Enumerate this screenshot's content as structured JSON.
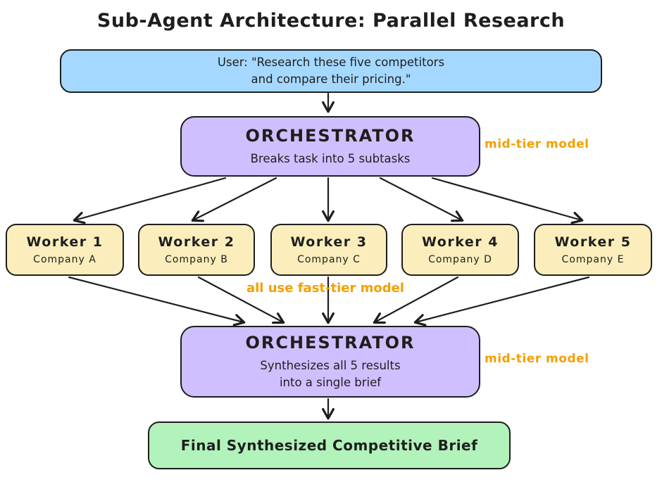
{
  "title": "Sub-Agent Architecture: Parallel Research",
  "user_box": {
    "line1": "User: \"Research these five competitors",
    "line2": "and compare their pricing.\""
  },
  "orchestrator_top": {
    "title": "ORCHESTRATOR",
    "subtitle": "Breaks task into 5 subtasks",
    "model_label": "mid-tier model"
  },
  "workers": [
    {
      "name": "Worker 1",
      "company": "Company A"
    },
    {
      "name": "Worker 2",
      "company": "Company B"
    },
    {
      "name": "Worker 3",
      "company": "Company C"
    },
    {
      "name": "Worker 4",
      "company": "Company D"
    },
    {
      "name": "Worker 5",
      "company": "Company E"
    }
  ],
  "workers_note": "all use fast-tier model",
  "orchestrator_bottom": {
    "title": "ORCHESTRATOR",
    "subtitle_line1": "Synthesizes all 5 results",
    "subtitle_line2": "into a single brief",
    "model_label": "mid-tier model"
  },
  "final_box": {
    "label": "Final Synthesized Competitive Brief"
  },
  "colors": {
    "user_box_fill": "#a5d8ff",
    "orchestrator_fill": "#d0bfff",
    "worker_fill": "#fbeebc",
    "final_fill": "#b2f2bb",
    "accent_orange": "#f59f00",
    "stroke": "#1e1e1e"
  }
}
